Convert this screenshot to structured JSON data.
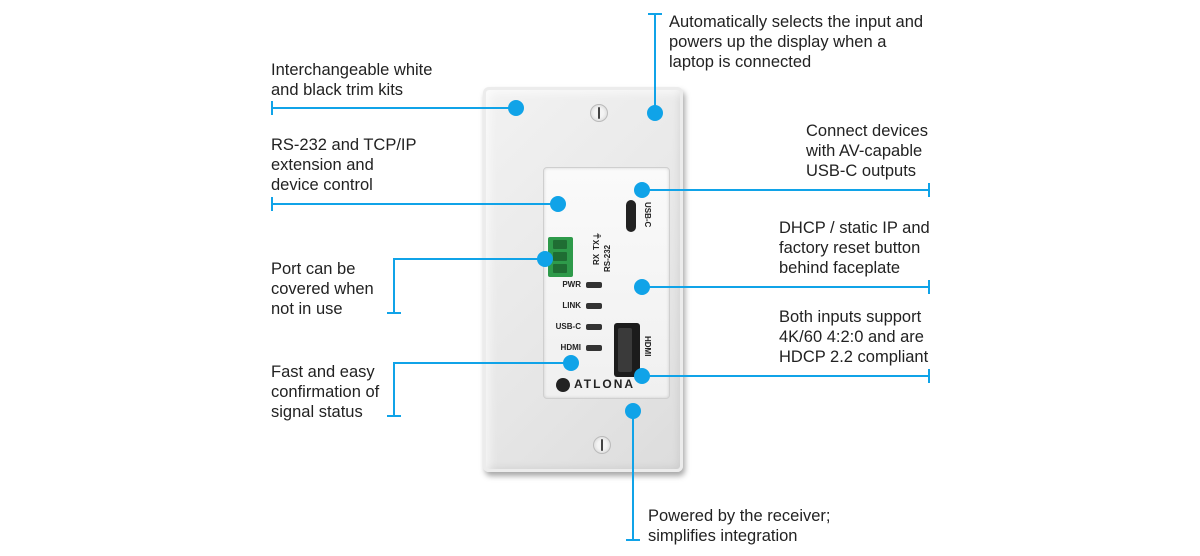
{
  "accent_color": "#10a3e8",
  "device": {
    "brand": "ATLONA",
    "terminal_labels": [
      "RX",
      "TX",
      "⏚",
      "RS-232"
    ],
    "led_labels": [
      "PWR",
      "LINK",
      "USB-C",
      "HDMI"
    ],
    "port_labels": {
      "usbc": "USB-C",
      "hdmi": "HDMI"
    }
  },
  "callouts": [
    {
      "id": "trim-kits",
      "text": "Interchangeable white\nand black trim kits"
    },
    {
      "id": "rs232",
      "text": "RS-232 and TCP/IP\nextension and\ndevice control"
    },
    {
      "id": "port-cover",
      "text": "Port can be\ncovered when\nnot in use"
    },
    {
      "id": "signal-status",
      "text": "Fast and easy\nconfirmation of\nsignal status"
    },
    {
      "id": "auto-select",
      "text": "Automatically selects the input and\npowers up the display when a\nlaptop is connected"
    },
    {
      "id": "usbc",
      "text": "Connect devices\nwith AV-capable\nUSB-C outputs"
    },
    {
      "id": "dhcp",
      "text": "DHCP / static IP and\nfactory reset button\nbehind faceplate"
    },
    {
      "id": "hdcp",
      "text": "Both inputs support\n4K/60 4:2:0 and are\nHDCP 2.2 compliant"
    },
    {
      "id": "powered",
      "text": "Powered by the receiver;\nsimplifies integration"
    }
  ]
}
